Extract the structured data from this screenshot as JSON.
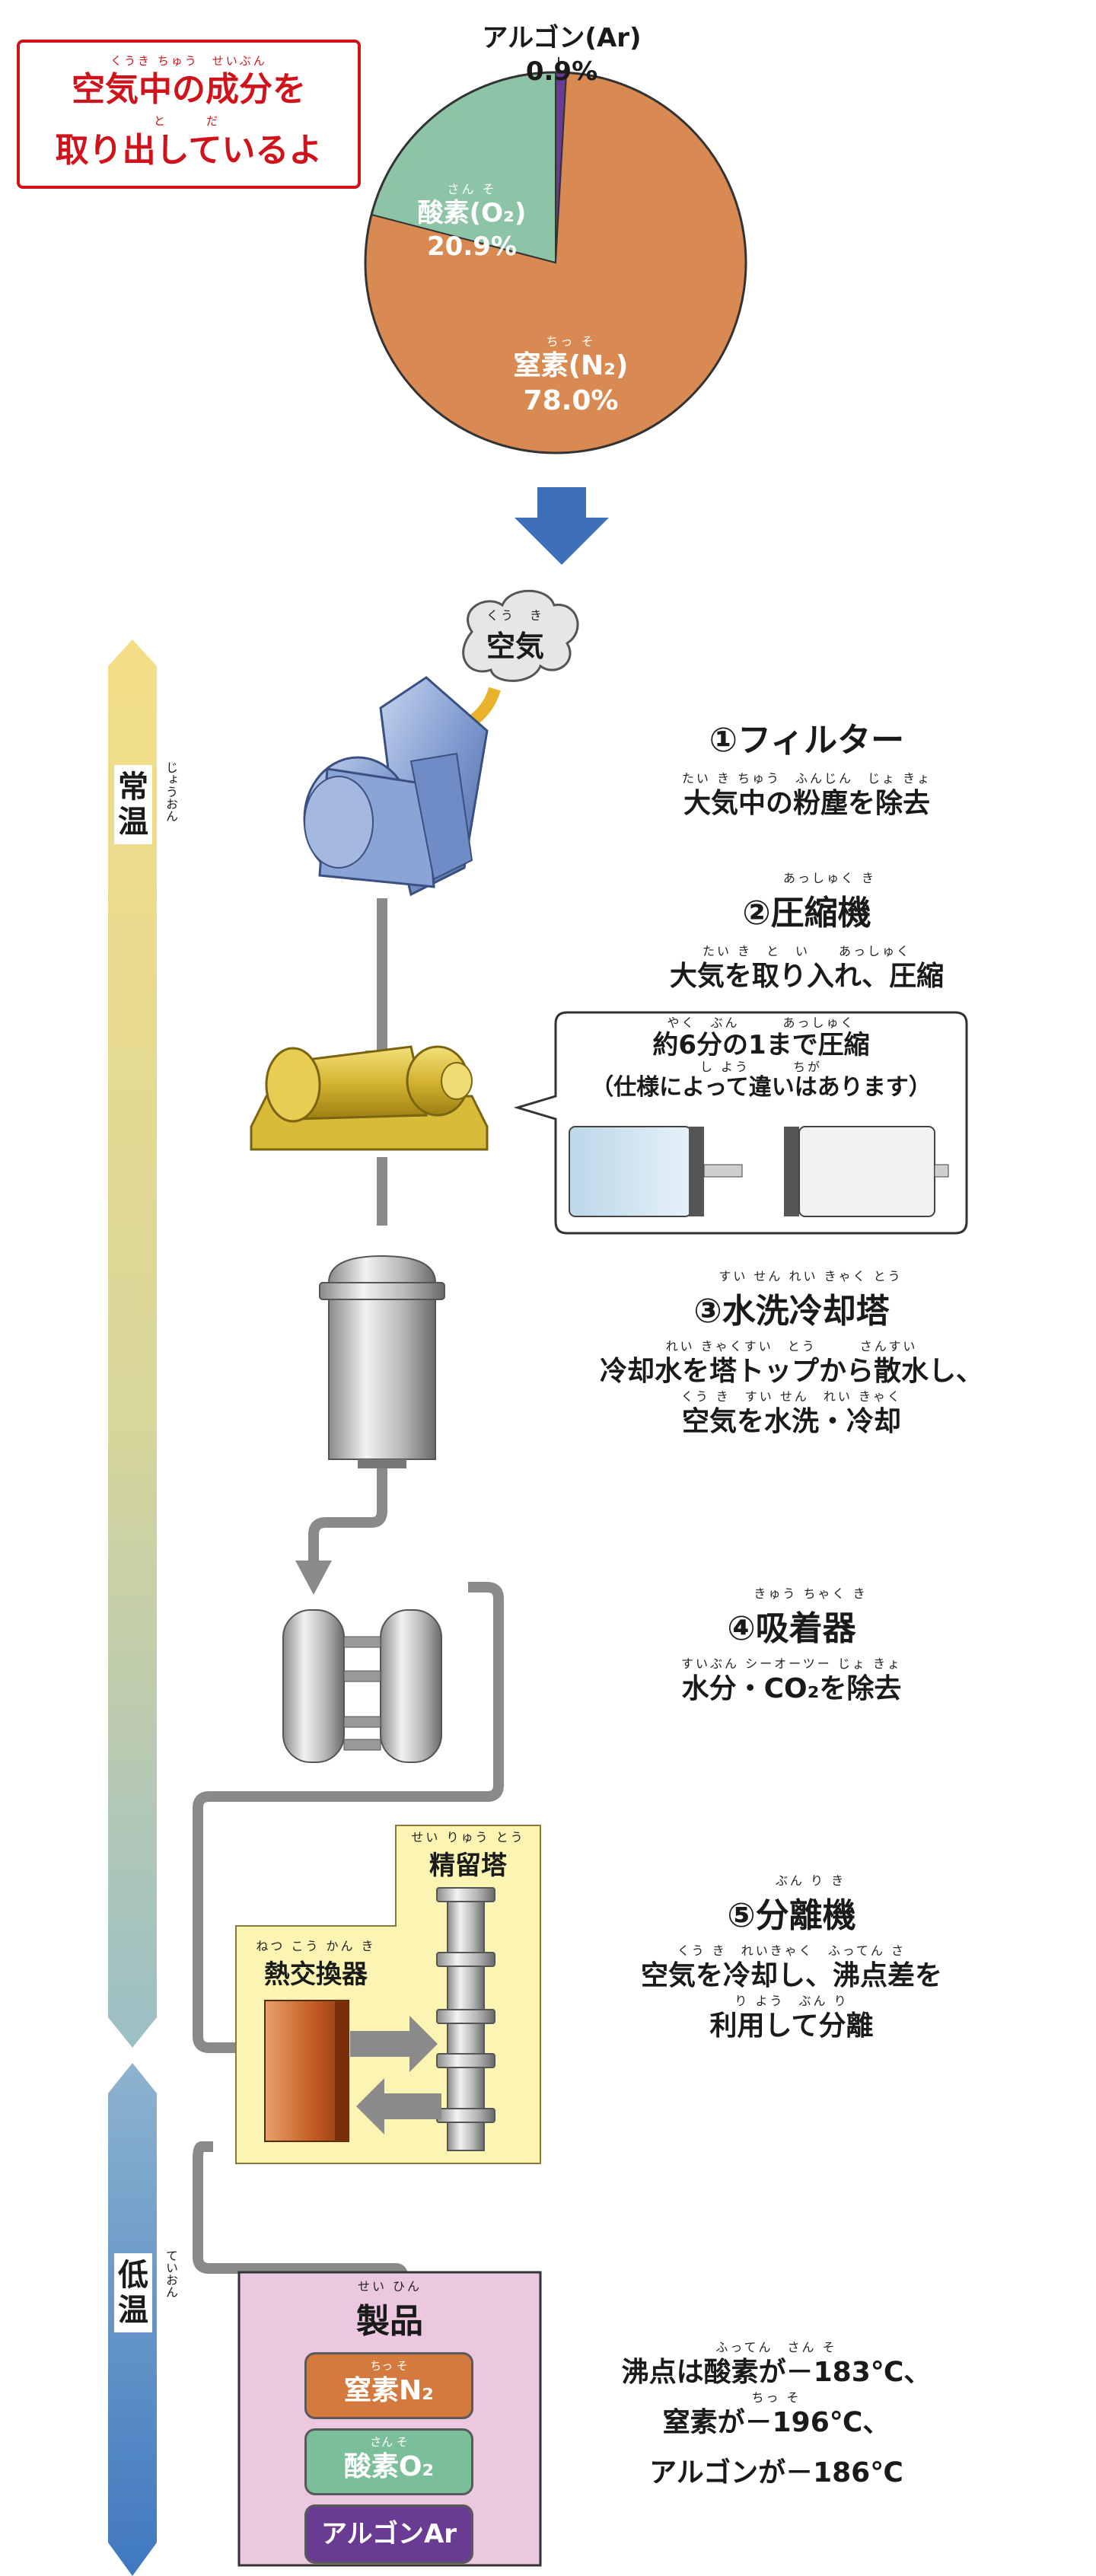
{
  "callout": {
    "line1": "空気中の成分を",
    "line2": "取り出しているよ",
    "ruby1": "くうき ちゅう　せいぶん",
    "ruby2": "と　　だ"
  },
  "chart_data": {
    "type": "pie",
    "slices": [
      {
        "name": "窒素(N₂)",
        "ruby": "ちっ そ",
        "value": 78.0,
        "label": "78.0%",
        "color": "#d98a52"
      },
      {
        "name": "酸素(O₂)",
        "ruby": "さん そ",
        "value": 20.9,
        "label": "20.9%",
        "color": "#8dc4a6"
      },
      {
        "name": "アルゴン(Ar)",
        "ruby": "",
        "value": 0.9,
        "label": "0.9%",
        "color": "#6a3b92"
      }
    ]
  },
  "air_bubble": {
    "text": "空気",
    "ruby": "くう　き"
  },
  "temperature": {
    "normal": {
      "text1": "常",
      "text2": "温",
      "ruby": "じょうおん"
    },
    "low": {
      "text1": "低",
      "text2": "温",
      "ruby": "ていおん"
    }
  },
  "steps": [
    {
      "num": "①",
      "title": "フィルター",
      "title_ruby": "",
      "desc": [
        "大気中の粉塵を除去"
      ],
      "desc_ruby": [
        "たい き ちゅう　ふんじん　じょ きょ"
      ]
    },
    {
      "num": "②",
      "title": "圧縮機",
      "title_ruby": "あっしゅく き",
      "desc": [
        "大気を取り入れ、圧縮"
      ],
      "desc_ruby": [
        "たい き　と　い　　あっしゅく"
      ]
    },
    {
      "num": "③",
      "title": "水洗冷却塔",
      "title_ruby": "すい せん れい きゃく とう",
      "desc": [
        "冷却水を塔トップから散水し、",
        "空気を水洗・冷却"
      ],
      "desc_ruby": [
        "れい きゃくすい　とう　　　さんすい",
        "くう き　すい せん　れい きゃく"
      ]
    },
    {
      "num": "④",
      "title": "吸着器",
      "title_ruby": "きゅう ちゃく き",
      "desc": [
        "水分・CO₂を除去"
      ],
      "desc_ruby": [
        "すいぶん シーオーツー じょ きょ"
      ]
    },
    {
      "num": "⑤",
      "title": "分離機",
      "title_ruby": "ぶん り き",
      "desc": [
        "空気を冷却し、沸点差を",
        "利用して分離"
      ],
      "desc_ruby": [
        "くう き　れいきゃく　ふってん さ",
        "り よう　ぶん り"
      ]
    }
  ],
  "compress_bubble": {
    "line1": "約6分の1まで圧縮",
    "line2": "（仕様によって違いはあります）",
    "ruby1": "やく　ぶん　　　あっしゅく",
    "ruby2": "し よう　　　ちが"
  },
  "separator": {
    "tower": {
      "text": "精留塔",
      "ruby": "せい りゅう とう"
    },
    "exchanger": {
      "text": "熱交換器",
      "ruby": "ねつ こう かん き"
    }
  },
  "products": {
    "title": "製品",
    "title_ruby": "せい ひん",
    "items": [
      {
        "label": "窒素N₂",
        "ruby": "ちっ そ",
        "color": "#d47a3e"
      },
      {
        "label": "酸素O₂",
        "ruby": "さん そ",
        "color": "#7bbf9a"
      },
      {
        "label": "アルゴンAr",
        "ruby": "",
        "color": "#6a3b92"
      }
    ]
  },
  "boiling": {
    "lines": [
      "沸点は酸素が－183℃、",
      "窒素が－196℃、",
      "アルゴンが－186℃"
    ],
    "ruby": [
      "ふってん　さん そ",
      "ちっ そ",
      ""
    ]
  }
}
